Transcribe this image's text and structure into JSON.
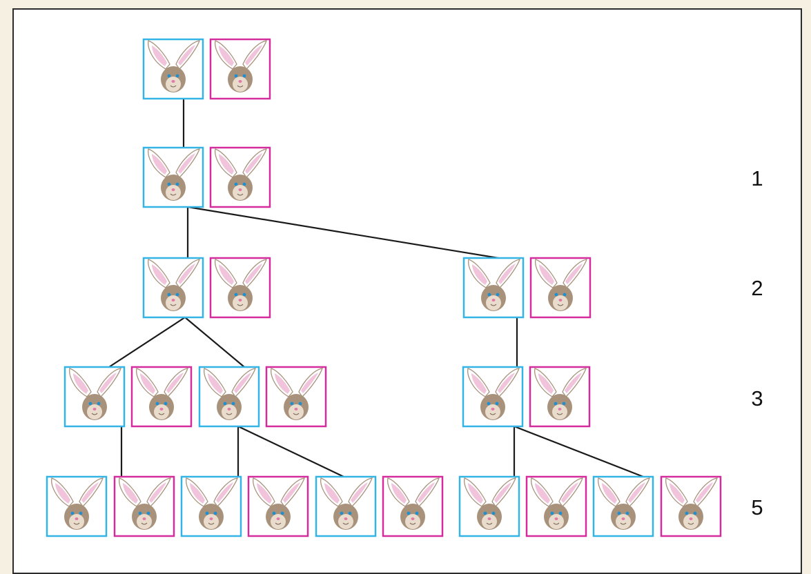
{
  "colors": {
    "page_background": "#f6f0e2",
    "panel_background": "#ffffff",
    "panel_border": "#2b2b2b",
    "male_frame": "#32b4e6",
    "female_frame": "#d42c9c",
    "connector": "#1a1a1a",
    "rabbit_face": "#a8927c",
    "rabbit_inner_ear": "#f2c4dc",
    "rabbit_eye": "#1f8fd0",
    "rabbit_nose": "#e07aa8"
  },
  "icon": "rabbit-face-icon",
  "generation_labels": [
    "1",
    "2",
    "3",
    "5"
  ],
  "tree": {
    "rows": [
      {
        "label": "",
        "pairs": 1
      },
      {
        "label": "1",
        "pairs": 1
      },
      {
        "label": "2",
        "pairs": 2
      },
      {
        "label": "3",
        "pairs": 3
      },
      {
        "label": "5",
        "pairs": 5
      }
    ]
  }
}
